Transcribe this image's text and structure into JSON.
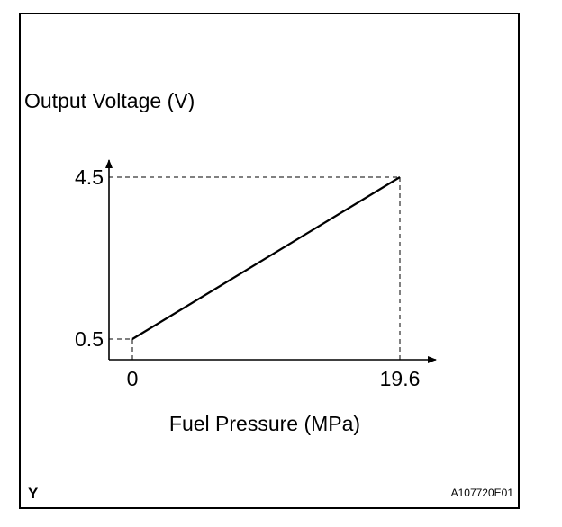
{
  "figure": {
    "tag": "Y",
    "code": "A107720E01"
  },
  "chart_data": {
    "type": "line",
    "title": "",
    "xlabel": "Fuel Pressure (MPa)",
    "ylabel": "Output Voltage (V)",
    "x_ticks": [
      "0",
      "19.6"
    ],
    "y_ticks": [
      "0.5",
      "4.5"
    ],
    "series": [
      {
        "x": [
          0,
          19.6
        ],
        "y": [
          0.5,
          4.5
        ]
      }
    ],
    "xlim": [
      0,
      19.6
    ],
    "ylim": [
      0.5,
      4.5
    ],
    "grid": false,
    "reference_lines": "dashed",
    "line_color": "#000000"
  }
}
